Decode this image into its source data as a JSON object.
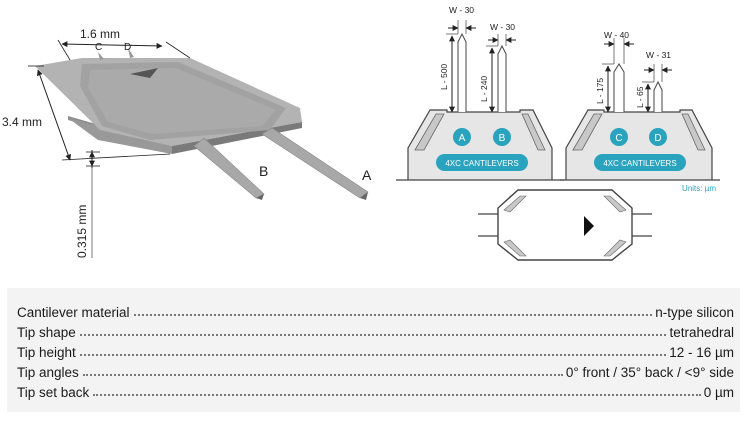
{
  "chip": {
    "width_label": "1.6 mm",
    "length_label": "3.4 mm",
    "thickness_label": "0.315 mm",
    "label_c": "C",
    "label_d": "D",
    "label_b": "B",
    "label_a": "A"
  },
  "diagram_ab": {
    "w_a": "W - 30",
    "w_b": "W - 30",
    "l_a": "L - 500",
    "l_b": "L - 240",
    "circle_a": "A",
    "circle_b": "B",
    "badge": "4XC CANTILEVERS"
  },
  "diagram_cd": {
    "w_c": "W - 40",
    "w_d": "W - 31",
    "l_c": "L - 175",
    "l_d": "L - 65",
    "circle_c": "C",
    "circle_d": "D",
    "badge": "4XC CANTILEVERS",
    "units": "Units: µm"
  },
  "colors": {
    "accent": "#2aa3bf",
    "chip_gray": "#aaaaaa",
    "side_gray": "#cccccc"
  },
  "specs": [
    {
      "key": "Cantilever material",
      "value": "n-type silicon"
    },
    {
      "key": "Tip shape",
      "value": "tetrahedral"
    },
    {
      "key": "Tip height",
      "value": "12 - 16 µm"
    },
    {
      "key": "Tip angles",
      "value": "0° front / 35° back / <9° side"
    },
    {
      "key": "Tip set back",
      "value": "0 µm"
    }
  ]
}
